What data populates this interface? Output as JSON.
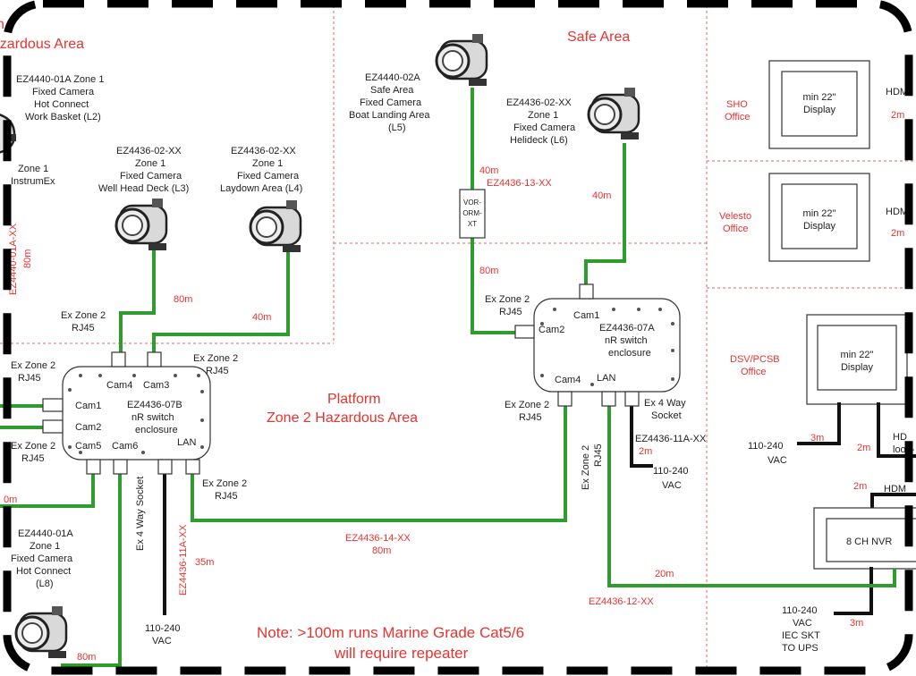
{
  "zones": {
    "hazardous_top_left": [
      "n",
      "hazardous Area"
    ],
    "safe_area": "Safe Area",
    "platform": [
      "Platform",
      "Zone 2 Hazardous Area"
    ],
    "note": [
      "Note: >100m runs Marine Grade Cat5/6",
      "will require repeater"
    ]
  },
  "offices": {
    "sho": [
      "SHO",
      "Office"
    ],
    "velesto": [
      "Velesto",
      "Office"
    ],
    "dsv": [
      "DSV/PCSB",
      "Office"
    ]
  },
  "displays": {
    "label": [
      "min 22\"",
      "Display"
    ],
    "side_hdmi": "HDMI",
    "side_2m": "2m"
  },
  "cameras": {
    "L2": [
      "EZ4440-01A Zone 1",
      "Fixed Camera",
      "Hot Connect",
      "Work Basket (L2)"
    ],
    "L3": [
      "EZ4436-02-XX",
      "Zone 1",
      "Fixed Camera",
      "Well Head Deck (L3)"
    ],
    "L4": [
      "EZ4436-02-XX",
      "Zone 1",
      "Fixed Camera",
      "Laydown Area (L4)"
    ],
    "L5": [
      "EZ4440-02A",
      "Safe Area",
      "Fixed Camera",
      "Boat Landing Area",
      "(L5)"
    ],
    "L6": [
      "EZ4436-02-XX",
      "Zone 1",
      "Fixed Camera",
      "Helideck (L6)"
    ],
    "L8": [
      "EZ4440-01A",
      "Zone 1",
      "Fixed Camera",
      "Hot Connect",
      "(L8)"
    ]
  },
  "instrumex": [
    "Zone 1",
    "InstrumEx"
  ],
  "left_cable_code": "EZ4440-01A-XX",
  "left_cable_len": "80m",
  "switch_b": {
    "title": [
      "EZ4436-07B",
      "nR switch",
      "enclosure"
    ],
    "ports": {
      "cam1": "Cam1",
      "cam2": "Cam2",
      "cam3": "Cam3",
      "cam4": "Cam4",
      "cam5": "Cam5",
      "cam6": "Cam6",
      "lan": "LAN"
    }
  },
  "switch_a": {
    "title": [
      "EZ4436-07A",
      "nR switch",
      "enclosure"
    ],
    "ports": {
      "cam1": "Cam1",
      "cam2": "Cam2",
      "cam4": "Cam4",
      "lan": "LAN"
    }
  },
  "exzone": [
    "Ex Zone 2",
    "RJ45"
  ],
  "vor": [
    "VOR-",
    "ORM-",
    "XT"
  ],
  "cables": {
    "c13": "EZ4436-13-XX",
    "c14": "EZ4436-14-XX",
    "c12": "EZ4436-12-XX",
    "c11": "EZ4436-11A-XX",
    "c11b": "EZ4436-11A-XX"
  },
  "lengths": {
    "l80": "80m",
    "l40": "40m",
    "l35": "35m",
    "l20": "20m",
    "l2m": "2m",
    "l3m": "3m",
    "l0m": "0m"
  },
  "sockets": {
    "vertical": "Ex 4 Way Socket",
    "right": [
      "Ex 4 Way",
      "Socket"
    ]
  },
  "power": {
    "vac": [
      "110-240",
      "VAC"
    ],
    "ups": [
      "110-240",
      "VAC",
      "IEC SKT",
      "TO UPS"
    ]
  },
  "nvr": "8 CH NVR",
  "hdmi_loop": [
    "HD",
    "loop-"
  ],
  "hdmi_short": "HDM"
}
